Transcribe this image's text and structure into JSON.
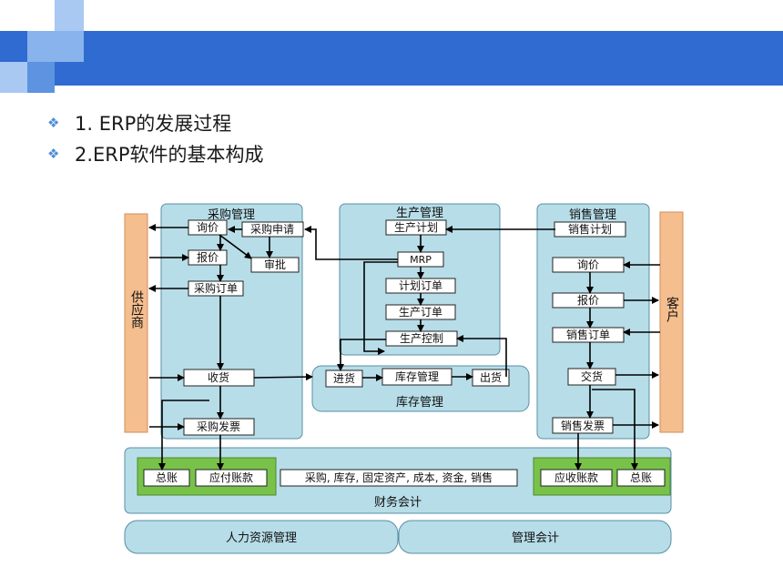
{
  "slide": {
    "bullets": [
      {
        "text": "1. ERP的发展过程"
      },
      {
        "text": "2.ERP软件的基本构成"
      }
    ]
  },
  "diagram": {
    "modules": {
      "purchase": "采购管理",
      "production": "生产管理",
      "sales": "销售管理",
      "inventory": "库存管理",
      "finance": "财务会计",
      "hr": "人力资源管理",
      "mgmt_acct": "管理会计"
    },
    "actors": {
      "supplier": "供应商",
      "customer": "客户"
    },
    "purchase_nodes": {
      "inquiry": "询价",
      "request": "采购申请",
      "quote": "报价",
      "approve": "审批",
      "order": "采购订单",
      "receive": "收货",
      "invoice": "采购发票"
    },
    "production_nodes": {
      "plan": "生产计划",
      "mrp": "MRP",
      "planned_order": "计划订单",
      "prod_order": "生产订单",
      "control": "生产控制"
    },
    "inventory_nodes": {
      "in": "进货",
      "manage": "库存管理",
      "out": "出货"
    },
    "sales_nodes": {
      "plan": "销售计划",
      "inquiry": "询价",
      "quote": "报价",
      "order": "销售订单",
      "deliver": "交货",
      "invoice": "销售发票"
    },
    "finance_nodes": {
      "ledger_left": "总账",
      "payable": "应付账款",
      "center": "采购, 库存, 固定资产, 成本, 资金, 销售",
      "receivable": "应收账款",
      "ledger_right": "总账"
    }
  },
  "colors": {
    "header_bar": "#2f6bd0",
    "module_fill": "#b7dde8",
    "actor_fill": "#f5be8e",
    "green_fill": "#78c24a"
  }
}
